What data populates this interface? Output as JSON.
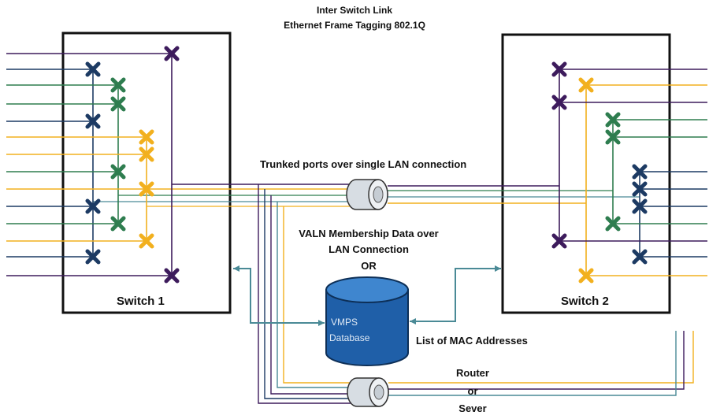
{
  "title_line1": "Inter Switch Link",
  "title_line2": "Ethernet Frame Tagging 802.1Q",
  "trunk_label": "Trunked ports over single LAN connection",
  "vmps_label_line1": "VALN Membership Data over",
  "vmps_label_line2": "LAN Connection",
  "vmps_label_line3": "OR",
  "switch1_label": "Switch 1",
  "switch2_label": "Switch 2",
  "database_line1": "VMPS",
  "database_line2": "Database",
  "mac_label": "List of MAC Addresses",
  "router_line1": "Router",
  "router_line2": "or",
  "router_line3": "Sever",
  "colors": {
    "navy": "#1c3a63",
    "green": "#2e7d4f",
    "yellow": "#f2b01e",
    "purple": "#3d1b5c",
    "teal": "#4a8a96",
    "dbfill": "#1f5fa8",
    "dbtop": "#3f86cf"
  }
}
